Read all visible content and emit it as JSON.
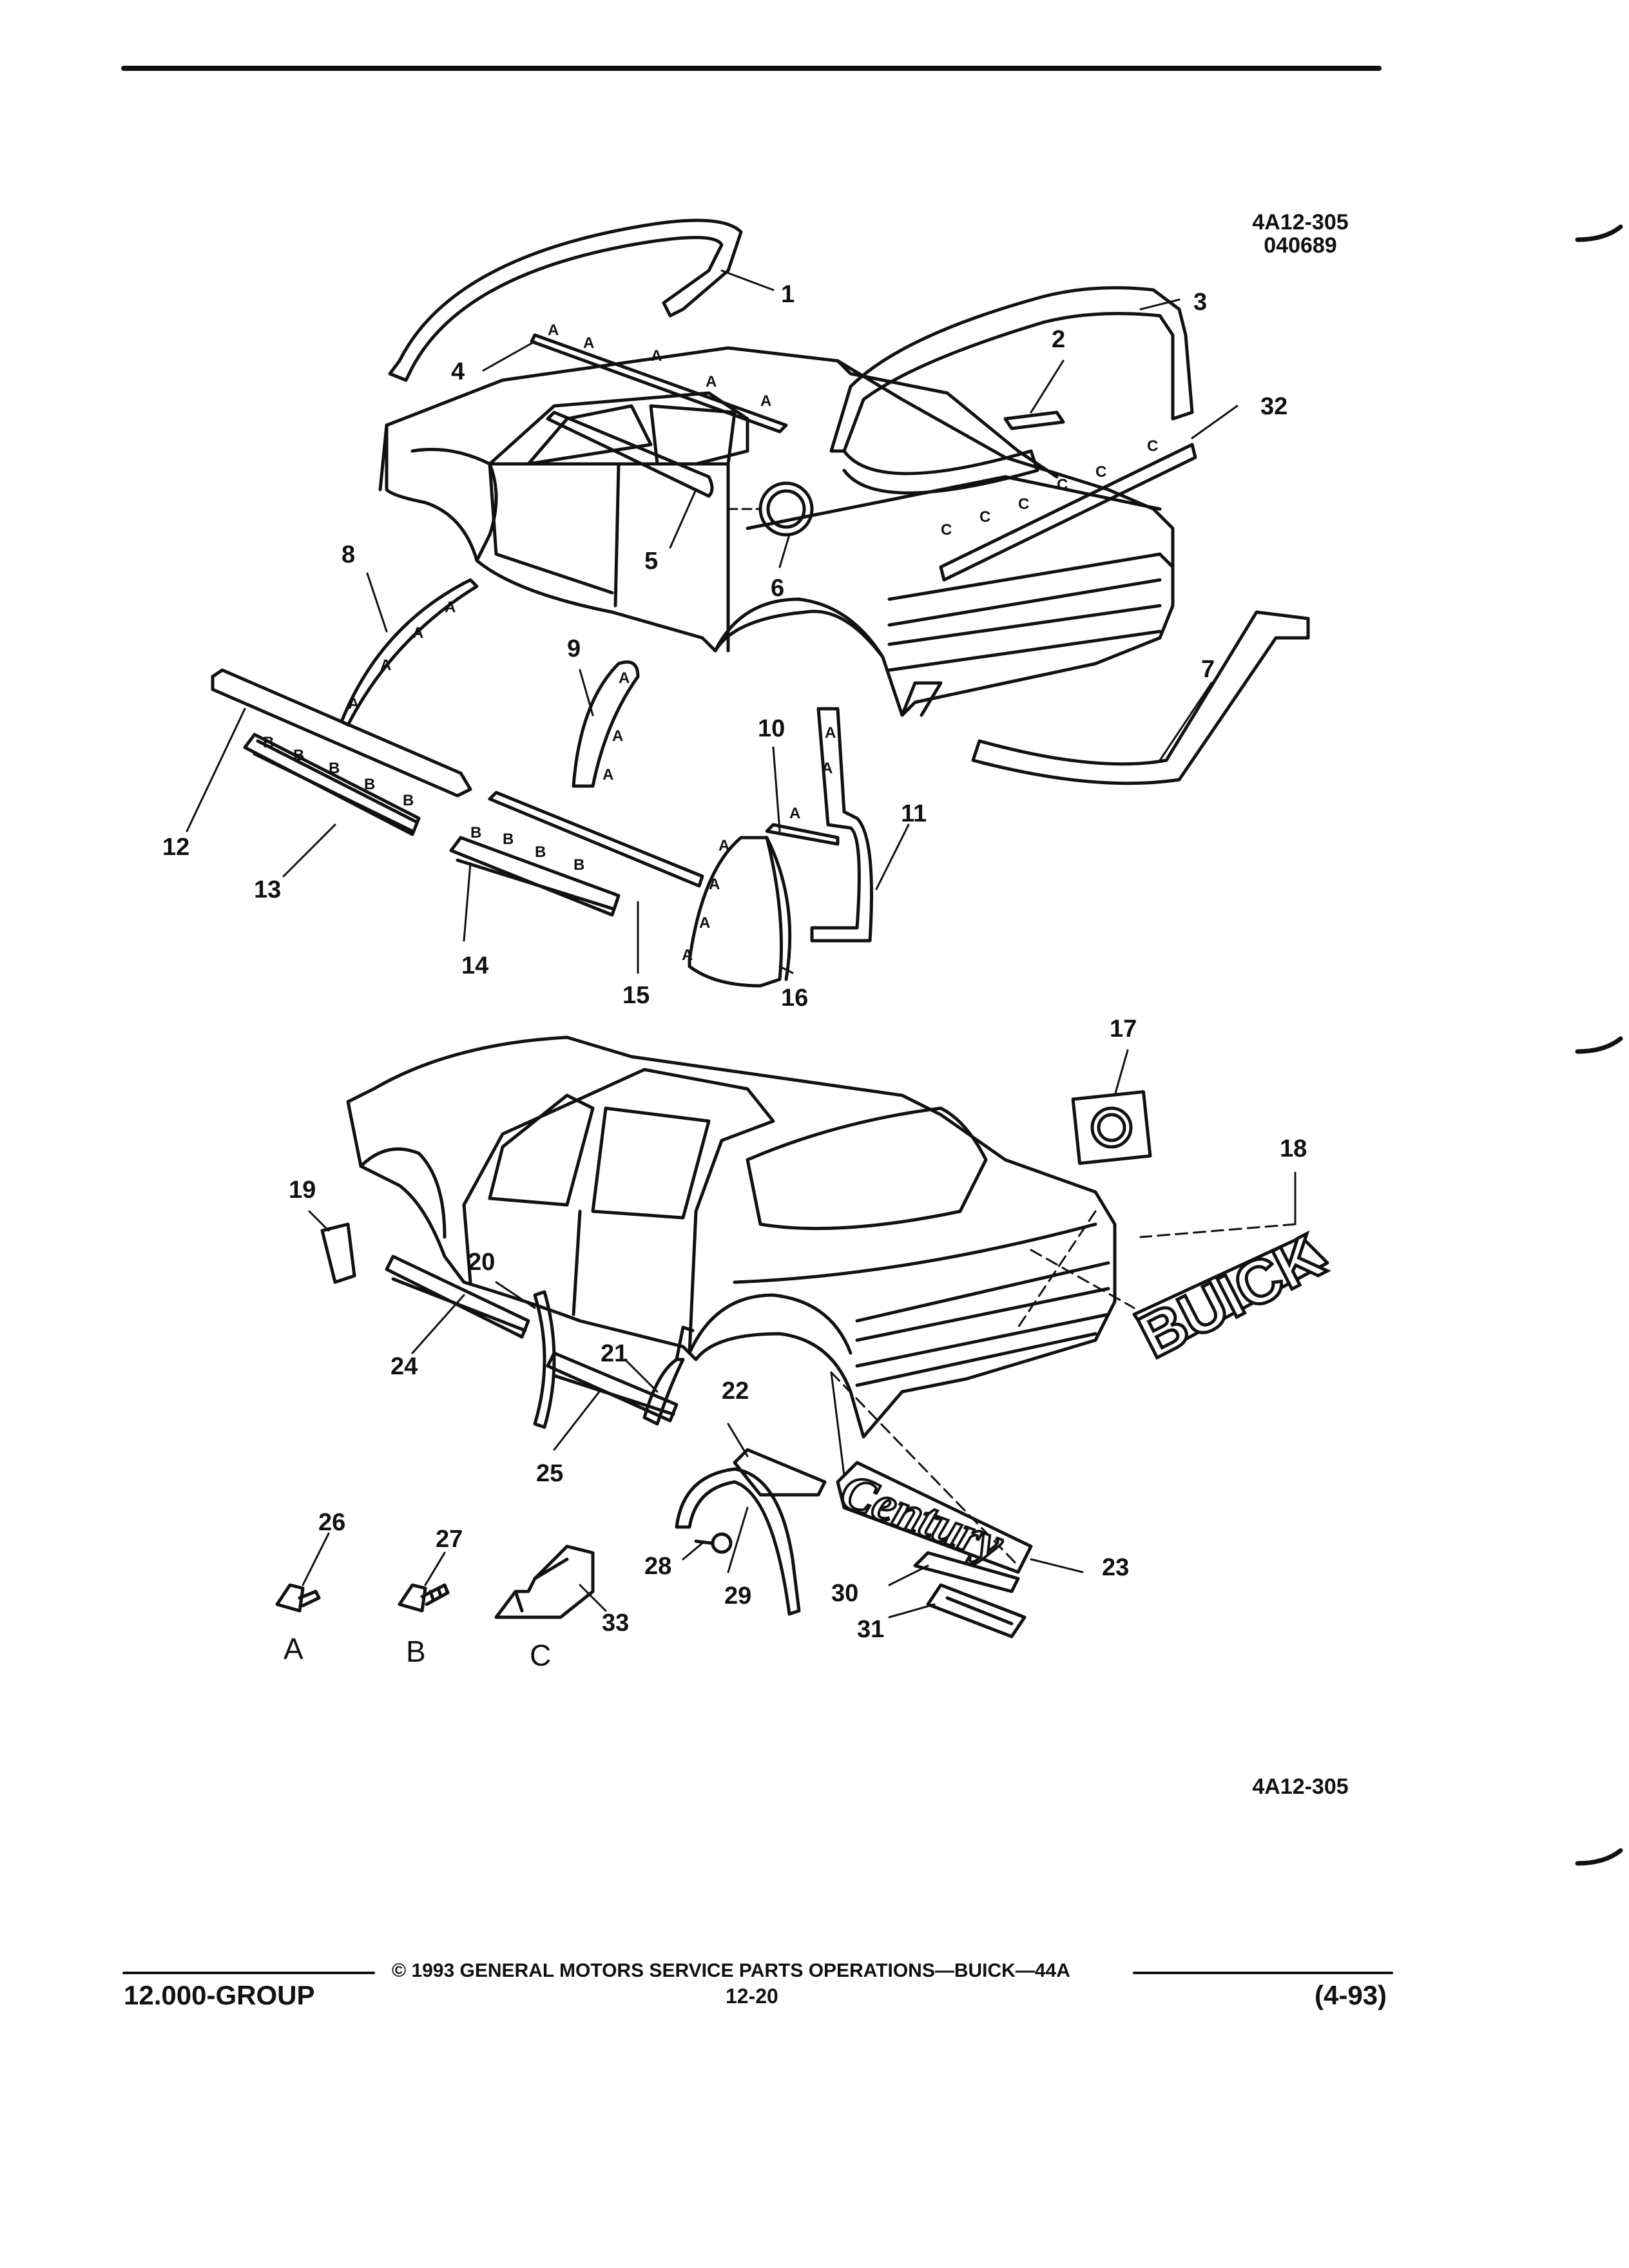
{
  "header": {
    "figure_code": "4A12-305",
    "figure_sub_code": "040689"
  },
  "callouts": [
    "1",
    "2",
    "3",
    "4",
    "5",
    "6",
    "7",
    "8",
    "9",
    "10",
    "11",
    "12",
    "13",
    "14",
    "15",
    "16",
    "17",
    "18",
    "19",
    "20",
    "21",
    "22",
    "23",
    "24",
    "25",
    "26",
    "27",
    "28",
    "29",
    "30",
    "31",
    "32",
    "33"
  ],
  "fastener_types": {
    "a": "A",
    "b": "B",
    "c": "C"
  },
  "clip_letters": {
    "a": "A",
    "b": "B",
    "c": "C"
  },
  "emblem_text": "BUICK",
  "nameplate_text": "Century",
  "footer_figure_code": "4A12-305",
  "footer": {
    "copyright": "© 1993 GENERAL MOTORS SERVICE PARTS OPERATIONS—BUICK—44A",
    "group": "12.000-GROUP",
    "page": "12-20",
    "date_code": "(4-93)"
  }
}
